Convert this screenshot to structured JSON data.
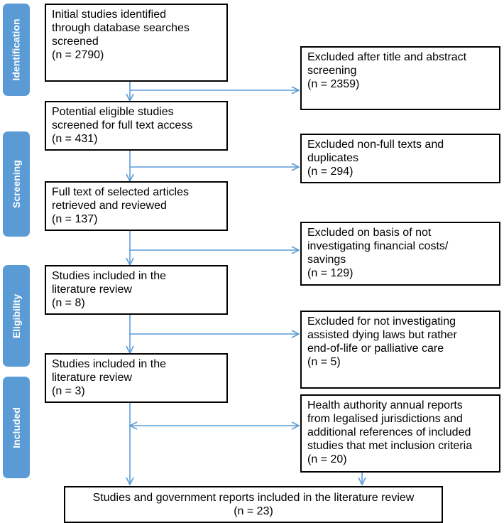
{
  "stages": [
    {
      "id": "identification",
      "label": "Identification"
    },
    {
      "id": "screening",
      "label": "Screening"
    },
    {
      "id": "eligibility",
      "label": "Eligibility"
    },
    {
      "id": "included",
      "label": "Included"
    }
  ],
  "main_boxes": [
    {
      "id": "identified",
      "lines": [
        "Initial studies identified",
        "through database searches",
        "screened",
        "(n = 2790)"
      ]
    },
    {
      "id": "full-text-access",
      "lines": [
        "Potential eligible studies",
        "screened for full text access",
        "(n = 431)"
      ]
    },
    {
      "id": "reviewed",
      "lines": [
        "Full text of selected articles",
        "retrieved and reviewed",
        "(n = 137)"
      ]
    },
    {
      "id": "included-1",
      "lines": [
        "Studies included in the",
        "literature review",
        "(n = 8)"
      ]
    },
    {
      "id": "included-2",
      "lines": [
        "Studies included in the",
        "literature review",
        "(n = 3)"
      ]
    }
  ],
  "side_boxes": [
    {
      "id": "excluded-title-abstract",
      "lines": [
        "Excluded after title and abstract",
        "screening",
        "(n = 2359)"
      ]
    },
    {
      "id": "excluded-non-full-text",
      "lines": [
        "Excluded non-full texts and",
        "duplicates",
        "(n = 294)"
      ]
    },
    {
      "id": "excluded-financial",
      "lines": [
        "Excluded on basis of not",
        "investigating financial costs/",
        "savings",
        "(n = 129)"
      ]
    },
    {
      "id": "excluded-assisted-dying",
      "lines": [
        "Excluded for not investigating",
        "assisted dying laws but rather",
        "end-of-life or palliative care",
        "(n = 5)"
      ]
    },
    {
      "id": "health-authority-reports",
      "lines": [
        "Health authority annual reports",
        "from legalised jurisdictions and",
        "additional references of included",
        "studies that met inclusion criteria",
        "(n = 20)"
      ]
    }
  ],
  "final_box": {
    "id": "final-included",
    "lines": [
      "Studies and government reports included in the literature review",
      "(n = 23)"
    ]
  },
  "colors": {
    "stage_fill": "#5b9bd5",
    "arrow": "#5b9bd5",
    "box_border": "#000000"
  }
}
